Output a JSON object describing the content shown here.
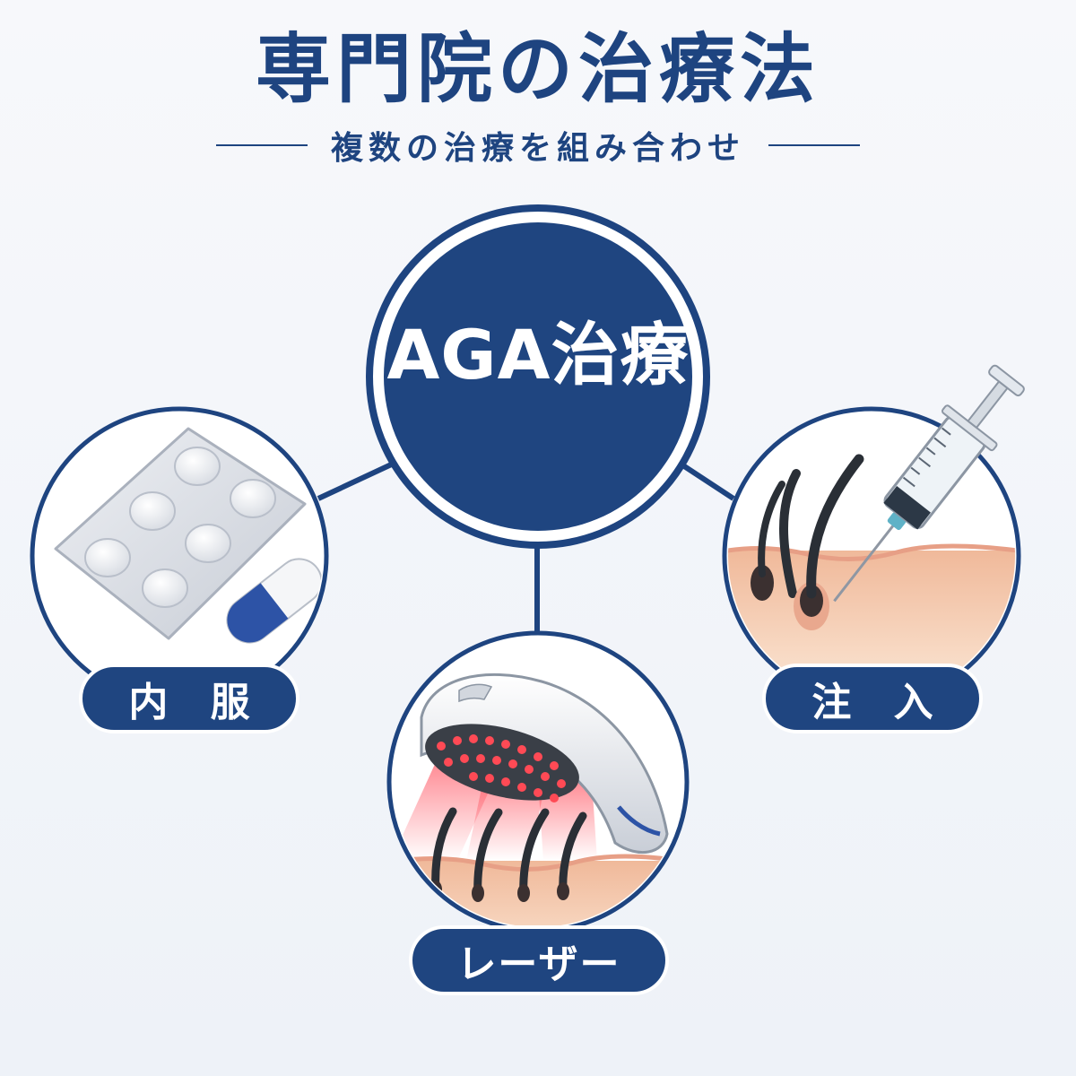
{
  "title": "専門院の治療法",
  "subtitle": "複数の治療を組み合わせ",
  "hub": {
    "label": "AGA治療"
  },
  "treatments": [
    {
      "label": "内 服"
    },
    {
      "label": "注 入"
    },
    {
      "label": "レーザー"
    }
  ],
  "colors": {
    "navy": "#1e4480",
    "skin": "#f2c7a8",
    "hair": "#2a2f36",
    "laser": "#e8333c",
    "capsule_blue": "#2d53a6"
  },
  "icons": [
    "blister-pack-icon",
    "capsule-icon",
    "syringe-icon",
    "laser-helmet-icon",
    "hair-follicle-icon"
  ]
}
